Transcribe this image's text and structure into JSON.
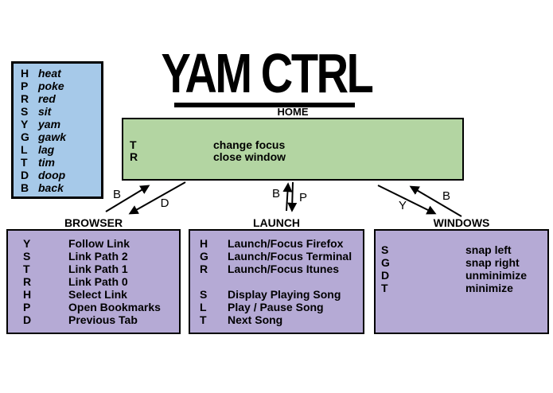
{
  "title": {
    "text": "YAM CTRL"
  },
  "legend": {
    "rows": [
      {
        "key": "H",
        "word": "heat"
      },
      {
        "key": "P",
        "word": "poke"
      },
      {
        "key": "R",
        "word": "red"
      },
      {
        "key": "S",
        "word": "sit"
      },
      {
        "key": "Y",
        "word": "yam"
      },
      {
        "key": "G",
        "word": "gawk"
      },
      {
        "key": "L",
        "word": "lag"
      },
      {
        "key": "T",
        "word": "tim"
      },
      {
        "key": "D",
        "word": "doop"
      },
      {
        "key": "B",
        "word": "back"
      }
    ]
  },
  "home": {
    "label": "HOME",
    "rows": [
      {
        "key": "T",
        "action": "change focus"
      },
      {
        "key": "R",
        "action": "close window"
      }
    ]
  },
  "panels": [
    {
      "label": "BROWSER",
      "rows": [
        {
          "key": "Y",
          "action": "Follow Link"
        },
        {
          "key": "S",
          "action": "Link Path 2"
        },
        {
          "key": "T",
          "action": "Link Path 1"
        },
        {
          "key": "R",
          "action": "Link Path 0"
        },
        {
          "key": "H",
          "action": "Select Link"
        },
        {
          "key": "P",
          "action": "Open Bookmarks"
        },
        {
          "key": "D",
          "action": "Previous Tab"
        }
      ]
    },
    {
      "label": "LAUNCH",
      "rows": [
        {
          "key": "H",
          "action": "Launch/Focus Firefox"
        },
        {
          "key": "G",
          "action": "Launch/Focus Terminal"
        },
        {
          "key": "R",
          "action": "Launch/Focus Itunes"
        },
        {
          "key": "S",
          "action": "Display Playing Song"
        },
        {
          "key": "L",
          "action": "Play / Pause Song"
        },
        {
          "key": "T",
          "action": "Next Song"
        }
      ]
    },
    {
      "label": "WINDOWS",
      "rows": [
        {
          "key": "S",
          "action": "snap left"
        },
        {
          "key": "G",
          "action": "snap right"
        },
        {
          "key": "D",
          "action": "unminimize"
        },
        {
          "key": "T",
          "action": "minimize"
        }
      ]
    }
  ],
  "arrows": {
    "browser_to_home": "B",
    "home_to_browser": "D",
    "launch_to_home": "B",
    "home_to_launch": "P",
    "home_to_windows": "Y",
    "windows_to_home": "B"
  },
  "colors": {
    "legend_bg": "#a6c9e9",
    "home_bg": "#b3d5a2",
    "panel_bg": "#b5aad5",
    "border": "#000000"
  }
}
